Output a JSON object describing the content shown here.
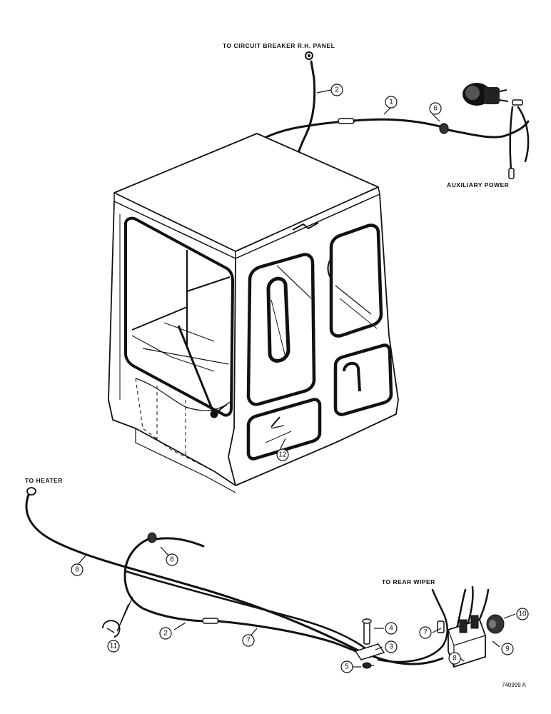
{
  "labels": {
    "circuit_breaker": "TO CIRCUIT BREAKER R.H. PANEL",
    "auxiliary_power": "AUXILIARY POWER",
    "heater": "TO HEATER",
    "rear_wiper": "TO REAR WIPER",
    "drawing_ref": "740999 A"
  },
  "callouts": {
    "c1": "1",
    "c2_top": "2",
    "c6_top": "6",
    "c12": "12",
    "c8_left": "8",
    "c6_bottom": "6",
    "c11": "11",
    "c2_bottom": "2",
    "c7_bottom": "7",
    "c4": "4",
    "c3": "3",
    "c5": "5",
    "c7_right": "7",
    "c8_right": "8",
    "c9": "9",
    "c10": "10"
  }
}
